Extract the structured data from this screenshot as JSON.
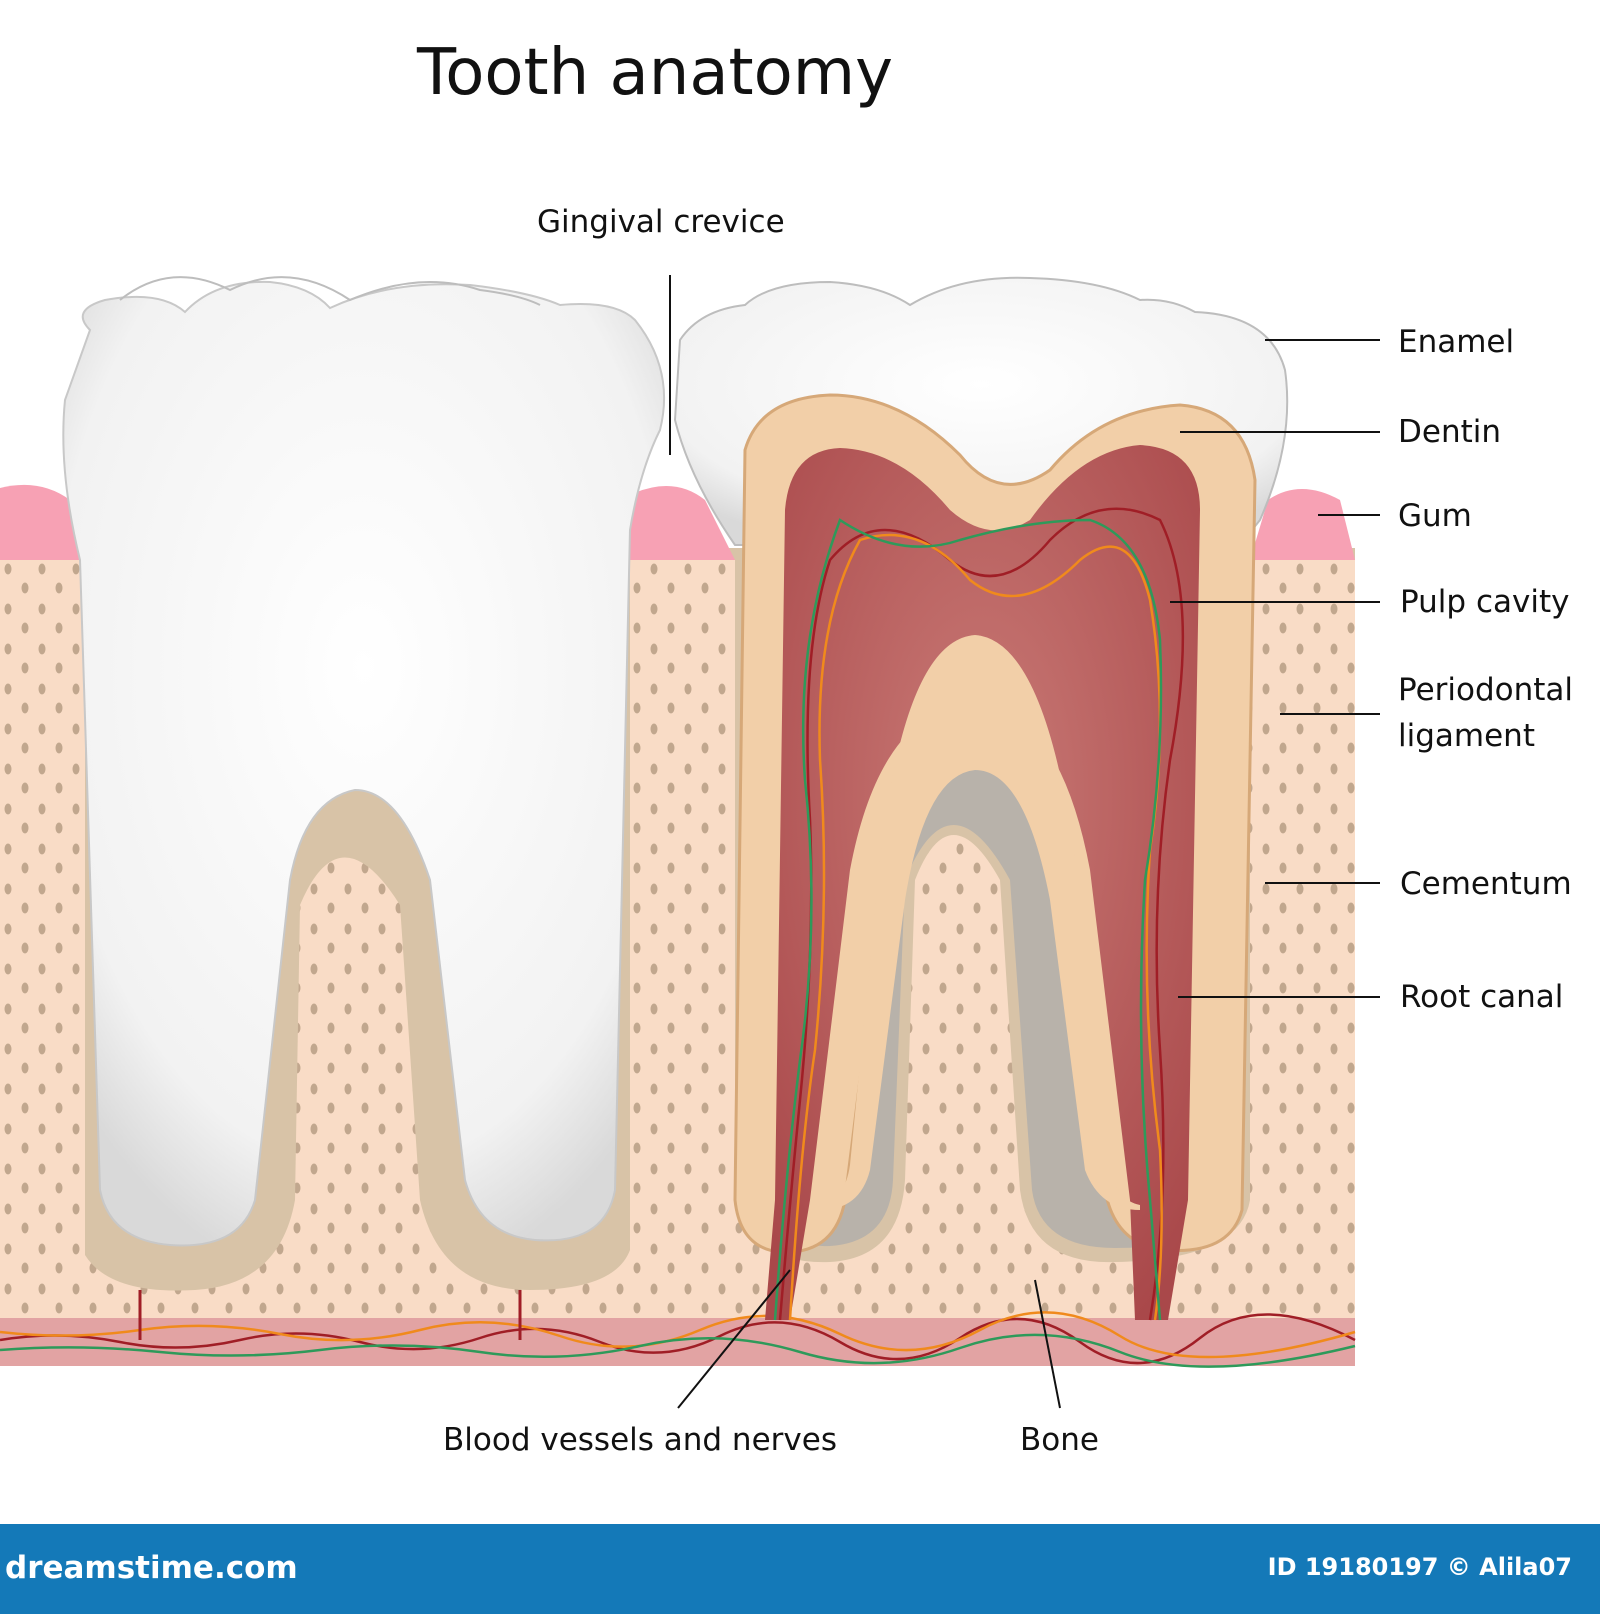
{
  "title": "Tooth anatomy",
  "labels": {
    "gingival_crevice": "Gingival crevice",
    "enamel": "Enamel",
    "dentin": "Dentin",
    "gum": "Gum",
    "pulp_cavity": "Pulp cavity",
    "periodontal_ligament_line1": "Periodontal",
    "periodontal_ligament_line2": "ligament",
    "cementum": "Cementum",
    "root_canal": "Root canal",
    "blood_vessels_and_nerves": "Blood vessels and nerves",
    "bone": "Bone"
  },
  "footer": {
    "brand": "dreamstime.com",
    "credit": "ID 19180197 © Alila07"
  },
  "colors": {
    "gum": "#f7a1b4",
    "bone_fill": "#f9dcc6",
    "bone_outer": "#d8c3a7",
    "enamel": "#f1f1f1",
    "dentin": "#f2cfa8",
    "pulp": "#b85a5a",
    "footer_bar": "#1479b8",
    "vessel_red": "#a01e26",
    "vessel_orange": "#f08a1c",
    "vessel_green": "#2e9a5a"
  },
  "icons": [
    "watermark-swirl-icon"
  ]
}
